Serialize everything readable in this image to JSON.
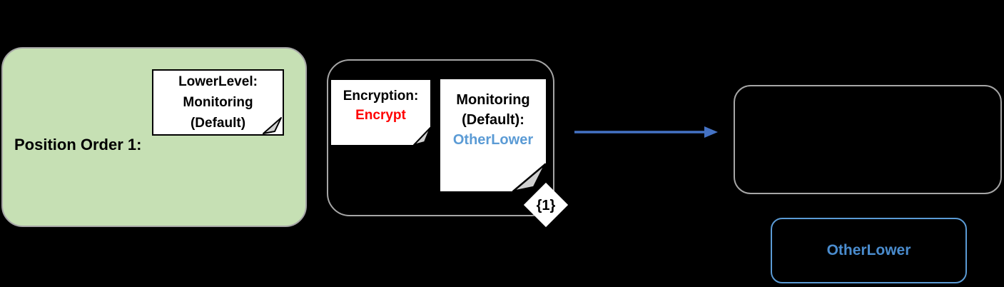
{
  "diagram": {
    "position_group": {
      "label": "Position Order 1:",
      "note_lines": [
        "LowerLevel:",
        "Monitoring",
        "(Default)"
      ]
    },
    "policy_group": {
      "encryption_note": {
        "label": "Encryption:",
        "value": "Encrypt"
      },
      "monitoring_note": {
        "label_line1": "Monitoring",
        "label_line2": "(Default):",
        "value": "OtherLower"
      },
      "badge_label": "{1}"
    },
    "result_group": {
      "other_lower_label": "OtherLower"
    },
    "colors": {
      "background": "#000000",
      "group_green_fill": "#c6e0b4",
      "group_border_gray": "#a6a6a6",
      "note_fold_gray": "#d0d0d0",
      "encrypt_red": "#ff0000",
      "note_blue": "#5b9bd5",
      "arrow_blue": "#4472c4",
      "result_box_blue_border": "#5b9bd5",
      "result_box_blue_text": "#4a8cce"
    }
  }
}
